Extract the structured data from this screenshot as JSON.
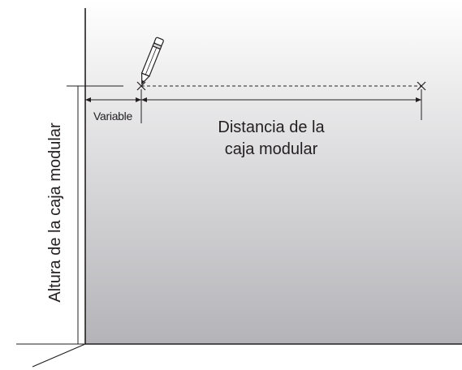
{
  "labels": {
    "variable": "Variable",
    "distance_line1": "Distancia de la",
    "distance_line2": "caja modular",
    "height": "Altura de la caja modular"
  },
  "colors": {
    "wall_top": "#ffffff",
    "wall_bottom": "#b4b4b8",
    "line": "#231f20"
  },
  "icons": {
    "pencil": "pencil-icon",
    "mark": "x-mark-icon"
  }
}
